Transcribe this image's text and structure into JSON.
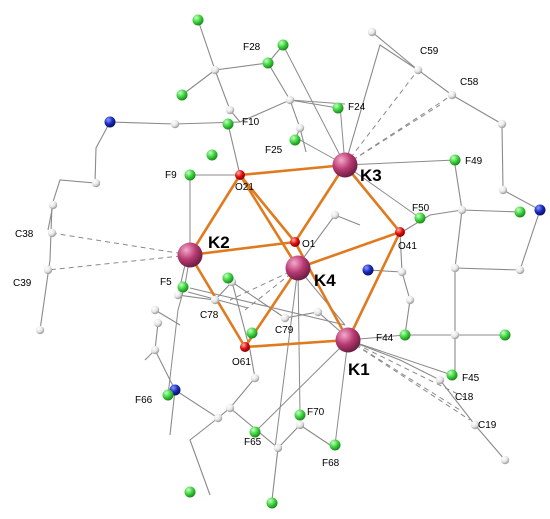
{
  "colors": {
    "potassium": "#b83a72",
    "oxygen": "#e01010",
    "fluorine": "#3fd43f",
    "nitrogen": "#1a2bc0",
    "carbon": "#e6e6e6",
    "core_bond": "#e07a1f"
  },
  "labels": {
    "K1": "K1",
    "K2": "K2",
    "K3": "K3",
    "K4": "K4",
    "O1": "O1",
    "O21": "O21",
    "O41": "O41",
    "O61": "O61",
    "F5": "F5",
    "F9": "F9",
    "F10": "F10",
    "F24": "F24",
    "F25": "F25",
    "F28": "F28",
    "F44": "F44",
    "F45": "F45",
    "F49": "F49",
    "F50": "F50",
    "F65": "F65",
    "F66": "F66",
    "F68": "F68",
    "F70": "F70",
    "C18": "C18",
    "C19": "C19",
    "C38": "C38",
    "C39": "C39",
    "C58": "C58",
    "C59": "C59",
    "C78": "C78",
    "C79": "C79"
  }
}
